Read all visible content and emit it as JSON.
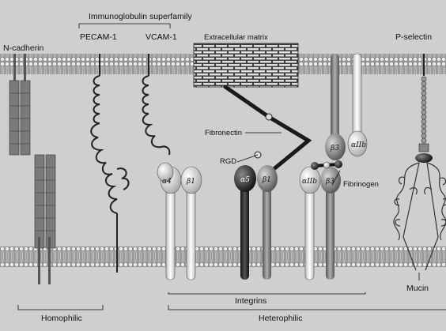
{
  "labels": {
    "n_cadherin": "N-cadherin",
    "immunoglobulin_superfamily": "Immunoglobulin superfamily",
    "pecam": "PECAM-1",
    "vcam": "VCAM-1",
    "ecm": "Extracellular matrix",
    "p_selectin": "P-selectin",
    "fibronectin": "Fibronectin",
    "rgd": "RGD",
    "fibrinogen": "Fibrinogen",
    "integrins": "Integrins",
    "mucin": "Mucin",
    "homophilic": "Homophilic",
    "heterophilic": "Heterophilic"
  },
  "subunits": {
    "a4": "α4",
    "b1": "β1",
    "a5": "α5",
    "b1b": "β1",
    "aIIb_left": "αIIb",
    "b3_left": "β3",
    "b3_top": "β3",
    "aIIb_top": "αIIb"
  },
  "colors": {
    "background": "#cfcfcf",
    "membrane_head": "#e8e8e8",
    "membrane_core": "#8e8e8e",
    "dark_subunit": "#2a2a2a",
    "light_subunit": "#f0f0f0",
    "mid_subunit": "#9a9a9a"
  }
}
